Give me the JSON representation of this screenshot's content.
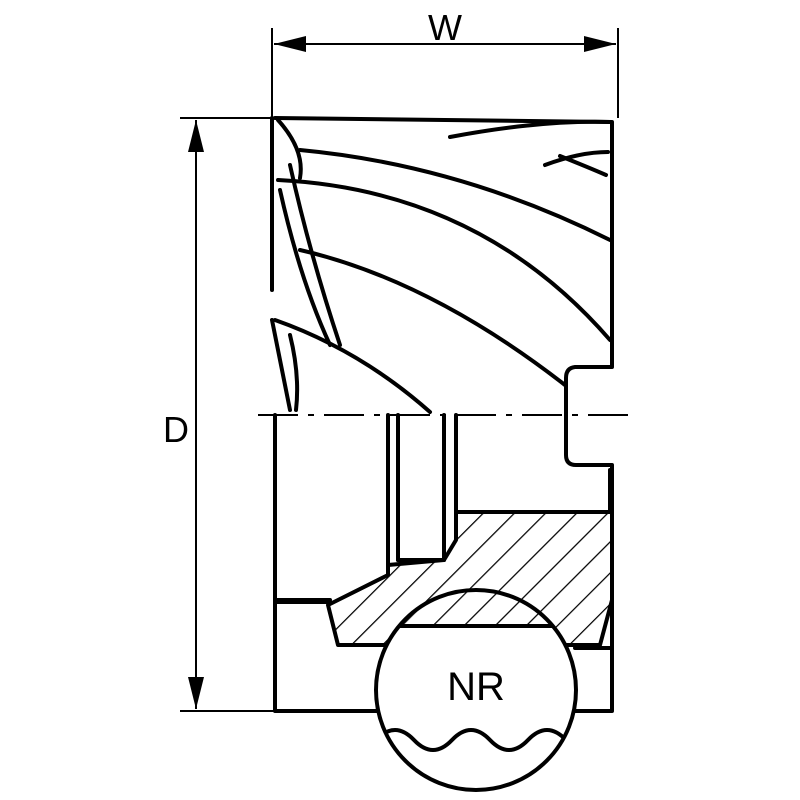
{
  "labels": {
    "width": "W",
    "diameter": "D",
    "detail": "NR"
  }
}
